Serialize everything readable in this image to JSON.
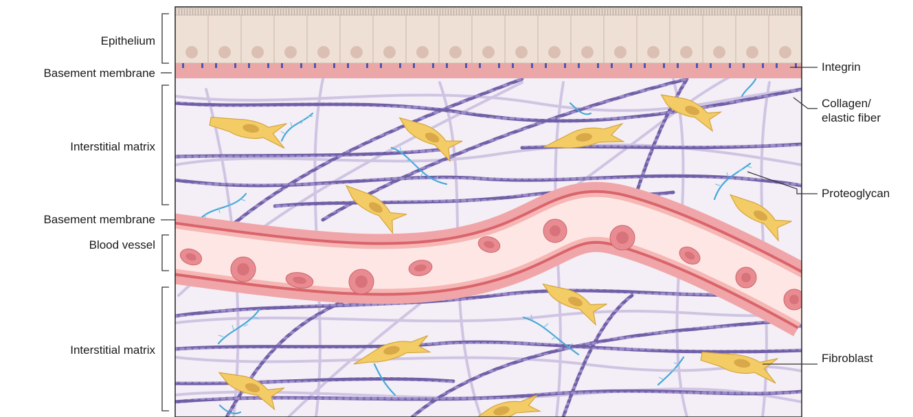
{
  "left_labels": {
    "epithelium": "Epithelium",
    "basement_membrane_top": "Basement membrane",
    "interstitial_matrix_top": "Interstitial matrix",
    "basement_membrane_vessel": "Basement membrane",
    "blood_vessel": "Blood vessel",
    "interstitial_matrix_bottom": "Interstitial matrix"
  },
  "right_labels": {
    "integrin": "Integrin",
    "collagen_line1": "Collagen/",
    "collagen_line2": "elastic fiber",
    "proteoglycan": "Proteoglycan",
    "fibroblast": "Fibroblast"
  },
  "colors": {
    "epithelium": "#efe0d5",
    "nucleus": "#dcbfb3",
    "basement_membrane": "#eba7a7",
    "integrin": "#4a56b0",
    "matrix_bg": "#f4eef6",
    "collagen_dark": "#7e6cae",
    "collagen_light": "#c9bee0",
    "proteoglycan": "#4fb0dc",
    "fibroblast": "#f4cc66",
    "fibroblast_edge": "#d3a33a",
    "vessel_outer": "#f0a6a8",
    "vessel_wall": "#d9646c",
    "vessel_lumen": "#fde6e4",
    "rbc": "#e98c92"
  }
}
